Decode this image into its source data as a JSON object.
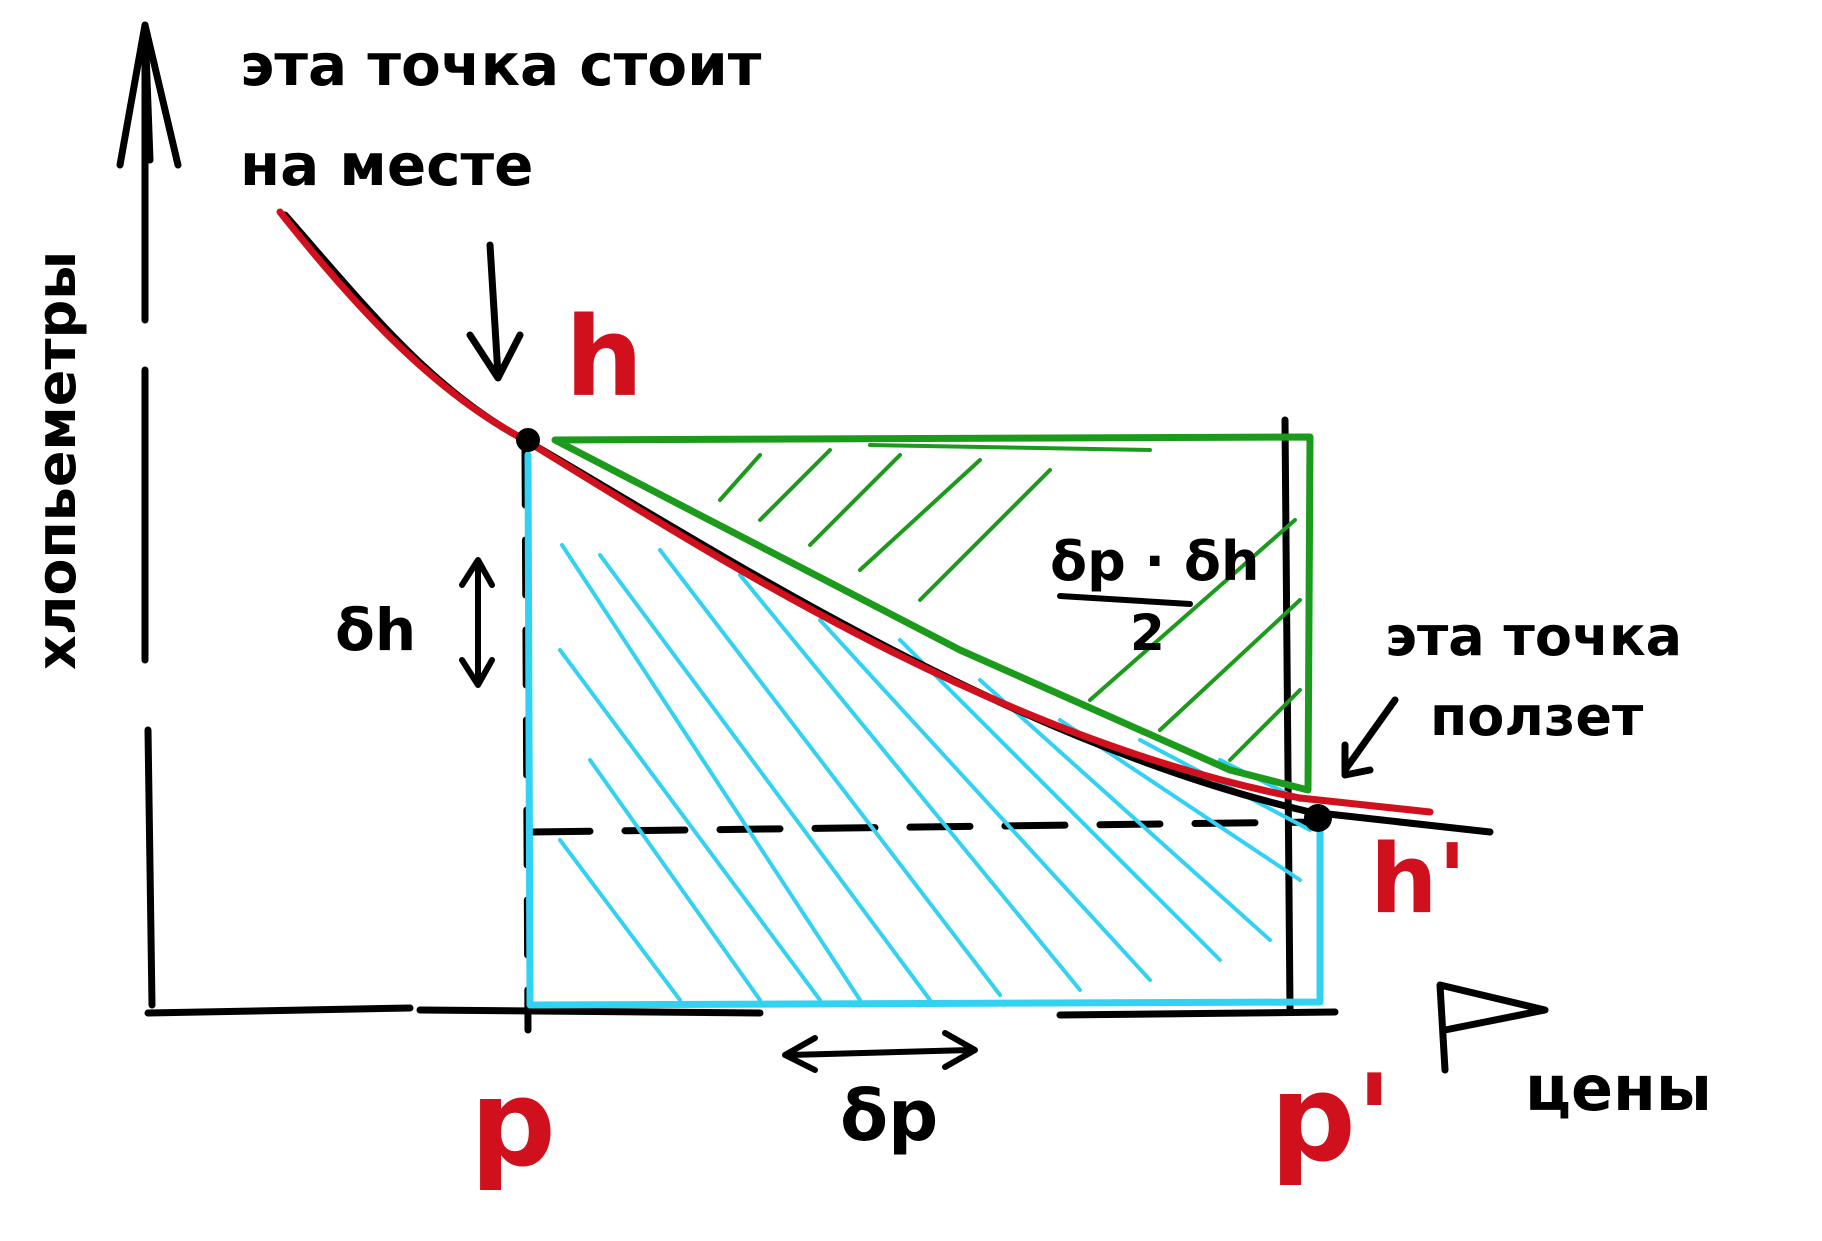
{
  "texts": {
    "y_axis_label": "хлопьеметры",
    "x_axis_label": "цены",
    "note_top_line1": "эта точка стоит",
    "note_top_line2": "на месте",
    "note_right_line1": "эта точка",
    "note_right_line2": "ползет",
    "label_h": "h",
    "label_h_prime": "h'",
    "label_p": "p",
    "label_p_prime": "p'",
    "label_delta_h": "δh",
    "label_delta_p": "δp",
    "formula_numerator": "δp · δh",
    "formula_denominator": "2"
  },
  "colors": {
    "ink": "#000000",
    "red": "#d0101c",
    "green": "#1c9a1c",
    "cyan": "#33d1f2"
  }
}
